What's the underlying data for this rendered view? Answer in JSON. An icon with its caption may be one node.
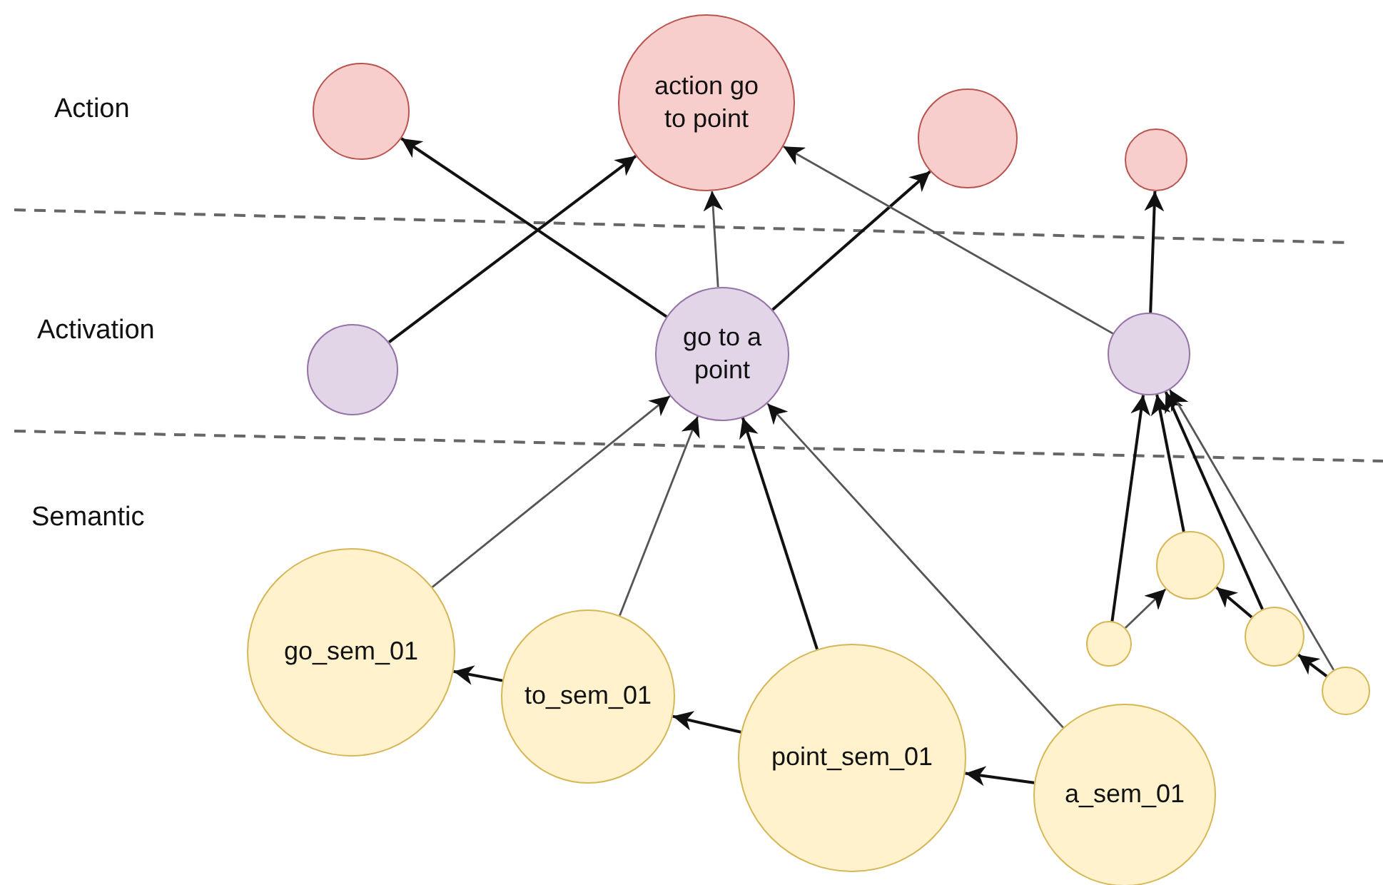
{
  "diagram": {
    "nodes": [
      {
        "text": [],
        "shape": "circle"
      },
      {
        "text": [
          "action go to point"
        ]
      },
      {
        "text": [],
        "shape": "circle"
      },
      {
        "text": [],
        "shape": "circle"
      },
      {
        "text": [],
        "shape": "circle"
      },
      {
        "text": [
          "go to a point"
        ]
      },
      {
        "text": [],
        "shape": "circle"
      },
      {
        "text": [
          "go_sem_01"
        ]
      },
      {
        "text": [
          "to_sem_01"
        ]
      },
      {
        "text": [
          "point_sem_01"
        ]
      },
      {
        "text": [
          "a_sem_01"
        ]
      },
      {
        "text": [],
        "shape": "circle"
      },
      {
        "text": [],
        "shape": "circle"
      },
      {
        "text": [],
        "shape": "circle"
      },
      {
        "text": [],
        "shape": "circle"
      }
    ],
    "edges": [
      {
        "from": 4,
        "to": 1,
        "arrow": "to"
      },
      {
        "from": 5,
        "to": 0,
        "arrow": "to"
      },
      {
        "from": 5,
        "to": 1,
        "arrow": "to",
        "color": "#555555"
      },
      {
        "from": 5,
        "to": 2,
        "arrow": "to"
      },
      {
        "from": 6,
        "to": 1,
        "arrow": "to",
        "color": "#555555"
      },
      {
        "from": 6,
        "to": 3,
        "arrow": "to"
      },
      {
        "from": 7,
        "to": 5,
        "arrow": "to",
        "color": "#555555"
      },
      {
        "from": 8,
        "to": 5,
        "arrow": "to",
        "color": "#555555"
      },
      {
        "from": 9,
        "to": 5,
        "arrow": "to"
      },
      {
        "from": 10,
        "to": 5,
        "arrow": "to",
        "color": "#555555"
      },
      {
        "from": 8,
        "to": 7,
        "arrow": "to"
      },
      {
        "from": 9,
        "to": 8,
        "arrow": "to"
      },
      {
        "from": 10,
        "to": 9,
        "arrow": "to"
      },
      {
        "from": 12,
        "to": 6,
        "arrow": "to"
      },
      {
        "from": 11,
        "to": 6,
        "arrow": "to"
      },
      {
        "from": 13,
        "to": 6,
        "arrow": "to"
      },
      {
        "from": 14,
        "to": 6,
        "arrow": "to",
        "color": "#555555"
      },
      {
        "from": 12,
        "to": 11,
        "arrow": "to",
        "color": "#555555"
      },
      {
        "from": 13,
        "to": 11,
        "arrow": "to"
      },
      {
        "from": 14,
        "to": 13,
        "arrow": "to"
      }
    ],
    "labels": [
      "Action",
      "Activation",
      "Semantic"
    ]
  }
}
